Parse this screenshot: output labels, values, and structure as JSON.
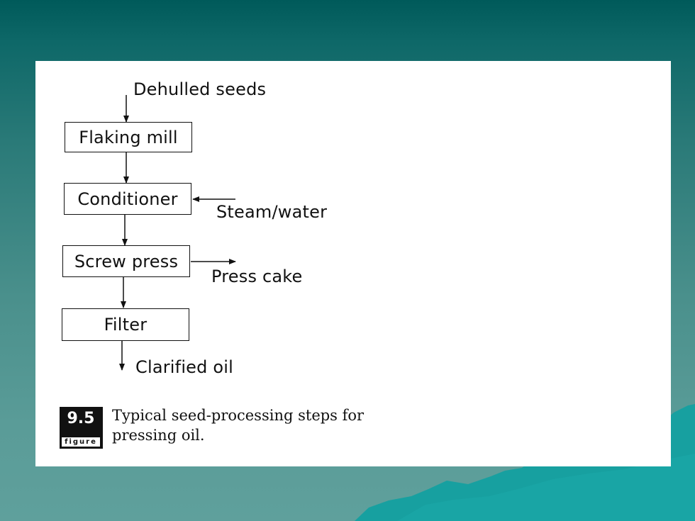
{
  "diagram": {
    "input": "Dehulled seeds",
    "steps": [
      "Flaking mill",
      "Conditioner",
      "Screw press",
      "Filter"
    ],
    "side_input": "Steam/water",
    "side_output": "Press cake",
    "output": "Clarified oil"
  },
  "figure": {
    "number": "9.5",
    "word": "figure",
    "caption": "Typical seed-processing steps for pressing oil."
  },
  "colors": {
    "background_dark": "#005a5a",
    "background_light": "#5fa09c",
    "mountain": "#17a0a0",
    "panel": "#ffffff"
  }
}
